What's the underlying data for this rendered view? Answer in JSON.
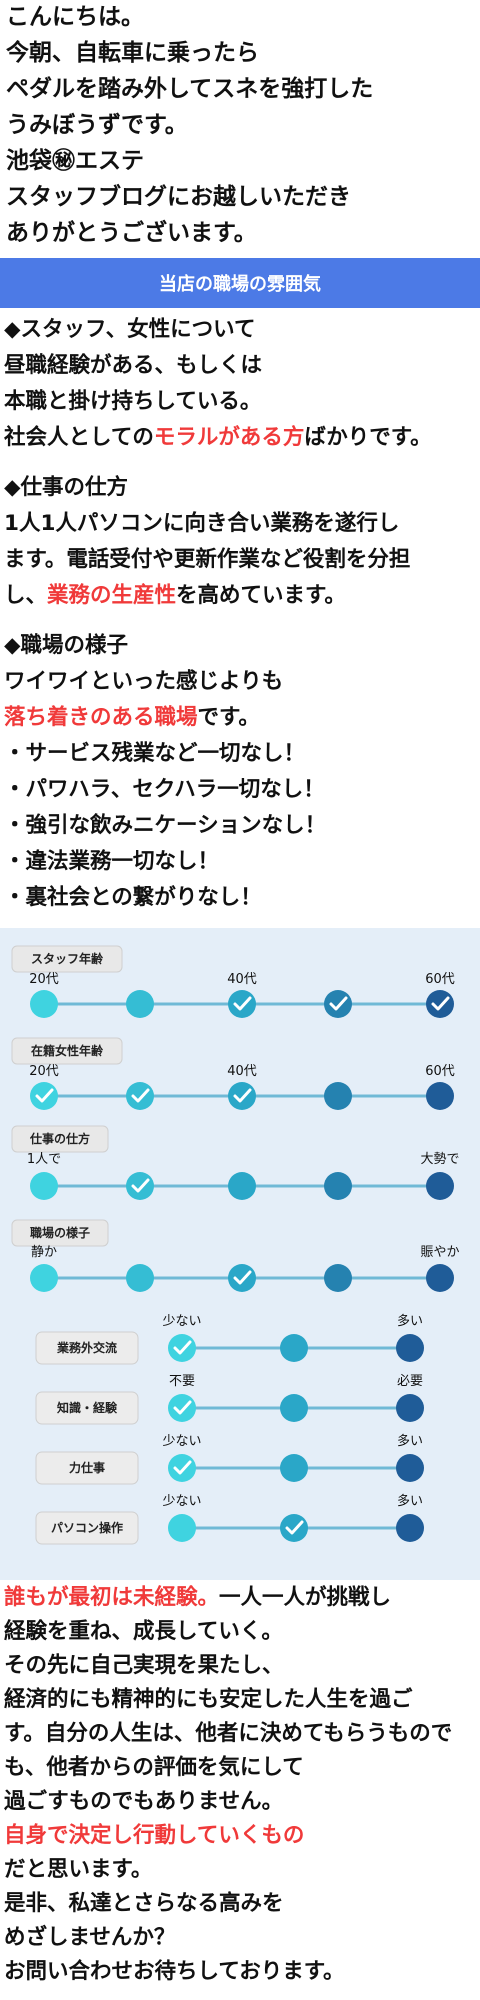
{
  "intro": {
    "lines": [
      "こんにちは。",
      "今朝、自転車に乗ったら",
      "ペダルを踏み外してスネを強打した",
      "うみぼうずです。",
      "池袋㊙エステ",
      "スタッフブログにお越しいただき",
      "ありがとうございます。"
    ]
  },
  "banner": {
    "title": "当店の職場の雰囲気"
  },
  "sections": {
    "staff": {
      "heading": "◆スタッフ、女性について",
      "l1": "昼職経験がある、もしくは",
      "l2": "本職と掛け持ちしている。",
      "l3_pre": "社会人としての",
      "l3_red": "モラルがある方",
      "l3_post": "ばかりです。"
    },
    "work": {
      "heading": "◆仕事の仕方",
      "l1": "1人1人パソコンに向き合い業務を遂行し",
      "l2": "ます。電話受付や更新作業など役割を分担",
      "l3_pre": "し、",
      "l3_red": "業務の生産性",
      "l3_post": "を高めています。"
    },
    "place": {
      "heading": "◆職場の様子",
      "l1": "ワイワイといった感じよりも",
      "l2_red": "落ち着きのある職場",
      "l2_post": "です。",
      "bullets": [
        "・サービス残業など一切なし！",
        "・パワハラ、セクハラ一切なし！",
        "・強引な飲みニケーションなし！",
        "・違法業務一切なし！",
        "・裏社会との繋がりなし！"
      ]
    }
  },
  "chart_data": {
    "type": "rating-scales",
    "scales": [
      {
        "label": "スタッフ年齢",
        "ticks": [
          "20代",
          "40代",
          "60代"
        ],
        "steps": 5,
        "checked": [
          2,
          3,
          4
        ]
      },
      {
        "label": "在籍女性年齢",
        "ticks": [
          "20代",
          "40代",
          "60代"
        ],
        "steps": 5,
        "checked": [
          0,
          1,
          2
        ]
      },
      {
        "label": "仕事の仕方",
        "ticks": [
          "1人で",
          "",
          "大勢で"
        ],
        "steps": 5,
        "checked": [
          1
        ]
      },
      {
        "label": "職場の様子",
        "ticks": [
          "静か",
          "",
          "賑やか"
        ],
        "steps": 5,
        "checked": [
          2
        ]
      },
      {
        "label": "業務外交流",
        "ticks": [
          "少ない",
          "多い"
        ],
        "steps": 3,
        "checked": [
          0
        ]
      },
      {
        "label": "知識・経験",
        "ticks": [
          "不要",
          "必要"
        ],
        "steps": 3,
        "checked": [
          0
        ]
      },
      {
        "label": "力仕事",
        "ticks": [
          "少ない",
          "多い"
        ],
        "steps": 3,
        "checked": [
          0
        ]
      },
      {
        "label": "パソコン操作",
        "ticks": [
          "少ない",
          "多い"
        ],
        "steps": 3,
        "checked": [
          1
        ]
      }
    ],
    "colors": {
      "light": "#3fd3e0",
      "mid": "#2aa7c8",
      "dark": "#1f5c98",
      "line": "#6fb9d6",
      "background": "#e4eef8"
    }
  },
  "closing": {
    "l1_red": "誰もが最初は未経験。",
    "l1_post": "一人一人が挑戦し",
    "l2": "経験を重ね、成長していく。",
    "l3": "その先に自己実現を果たし、",
    "l4": "経済的にも精神的にも安定した人生を過ご",
    "l5": "す。自分の人生は、他者に決めてもらうもので",
    "l6": "も、他者からの評価を気にして",
    "l7": "過ごすものでもありません。",
    "l8_red": "自身で決定し行動していくもの",
    "l9": "だと思います。",
    "l10": "是非、私達とさらなる高みを",
    "l11": "めざしませんか？",
    "l12": "お問い合わせお待ちしております。"
  }
}
